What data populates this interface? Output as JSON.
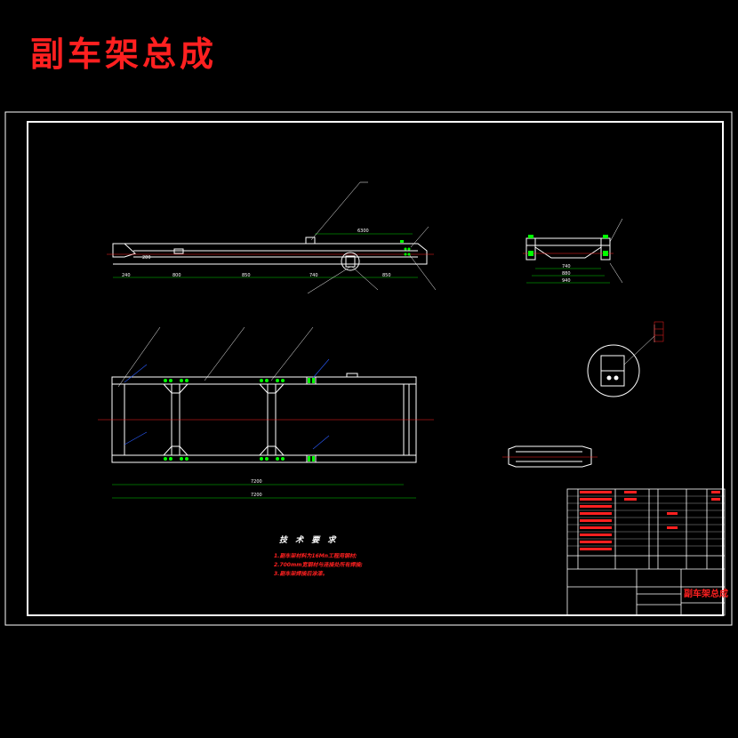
{
  "title": "副车架总成",
  "colors": {
    "background": "#000000",
    "title": "#ff2020",
    "outline": "#ffffff",
    "centerline": "#ff2020",
    "dimension": "#00d000",
    "weld": "#00ff00",
    "leader": "#2a5cff"
  },
  "side_view": {
    "dims": [
      "6300",
      "240",
      "800",
      "850",
      "280",
      "740",
      "850"
    ]
  },
  "end_view": {
    "dims": [
      "740",
      "880",
      "940"
    ]
  },
  "plan_view": {
    "dims": [
      "7200",
      "7200"
    ]
  },
  "tech_notes": {
    "heading": "技 术 要 求",
    "items": [
      "1.副车架材料为16Mn工程用钢材;",
      "2.700mm宽钢材与连接处所有焊接;",
      "3.副车架焊接后涂漆。"
    ]
  },
  "title_block": {
    "drawing_name": "副车架总成"
  }
}
